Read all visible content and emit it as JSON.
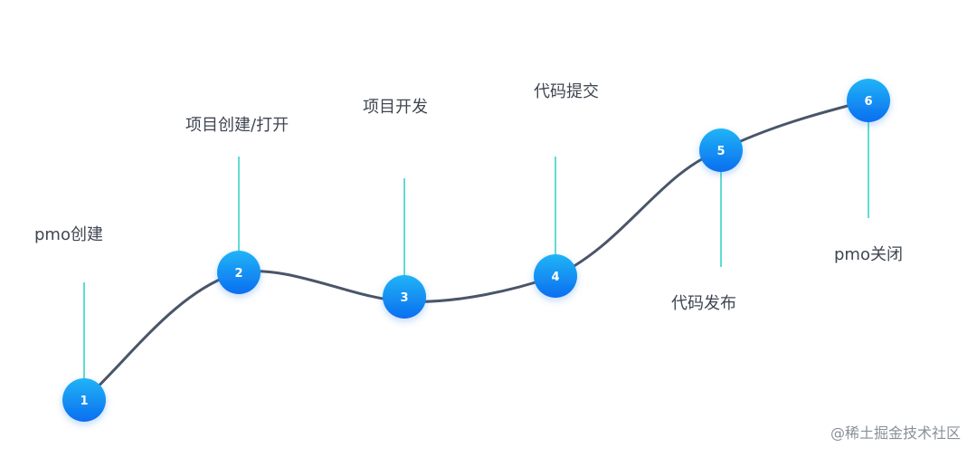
{
  "stages": [
    {
      "number": "1",
      "label": "pmo创建"
    },
    {
      "number": "2",
      "label": "项目创建/打开"
    },
    {
      "number": "3",
      "label": "项目开发"
    },
    {
      "number": "4",
      "label": "代码提交"
    },
    {
      "number": "5",
      "label": "代码发布"
    },
    {
      "number": "6",
      "label": "pmo关闭"
    }
  ],
  "watermark": "@稀土掘金技术社区",
  "colors": {
    "curve": "#4a5568",
    "connector": "#2ccfc8",
    "node_top": "#21b4f6",
    "node_bottom": "#0a6ef0",
    "label": "#3f4652"
  }
}
